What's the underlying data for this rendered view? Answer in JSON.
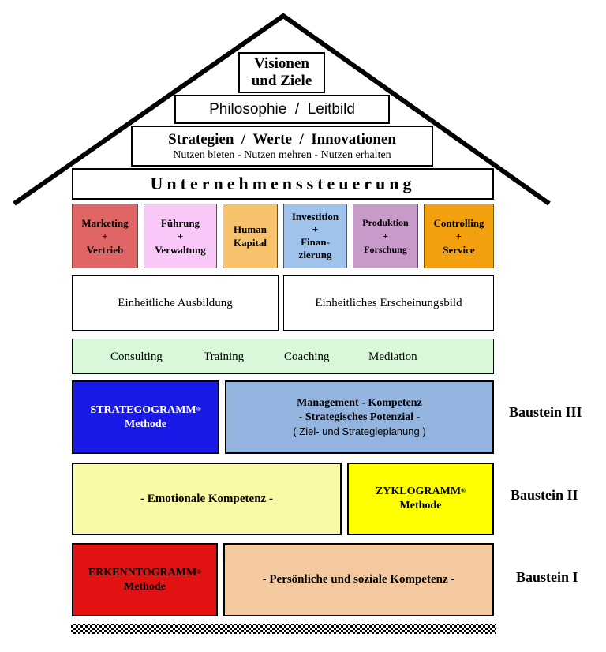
{
  "top": {
    "vision": [
      "Visionen",
      "und Ziele"
    ],
    "philosophy": "Philosophie  /  Leitbild",
    "strategy_title": "Strategien  /  Werte  /  Innovationen",
    "strategy_sub": "Nutzen bieten - Nutzen mehren - Nutzen erhalten"
  },
  "steering": "Unternehmenssteuerung",
  "departments": [
    {
      "lines": [
        "Marketing",
        "+",
        "Vertrieb"
      ],
      "color": "#e06666"
    },
    {
      "lines": [
        "Führung",
        "+",
        "Verwaltung"
      ],
      "color": "#f9c8f9"
    },
    {
      "lines": [
        "Human",
        "Kapital"
      ],
      "color": "#f6c26b"
    },
    {
      "lines": [
        "Investition",
        "+",
        "Finan-",
        "zierung"
      ],
      "color": "#9fc3ea"
    },
    {
      "lines": [
        "Produktion",
        "+",
        "Forschung"
      ],
      "color": "#c79ac9"
    },
    {
      "lines": [
        "Controlling",
        "+",
        "Service"
      ],
      "color": "#f3a00f"
    }
  ],
  "ausbildung": "Einheitliche Ausbildung",
  "erscheinung": "Einheitliches Erscheinungsbild",
  "services": [
    "Consulting",
    "Training",
    "Coaching",
    "Mediation"
  ],
  "baustein3": {
    "method_name": "STRATEGOGRAMM",
    "reg": "®",
    "method_word": "Methode",
    "comp": [
      "Management - Kompetenz",
      "- Strategisches Potenzial -",
      "( Ziel- und Strategieplanung )"
    ],
    "label": "Baustein III"
  },
  "baustein2": {
    "comp": "- Emotionale Kompetenz -",
    "method_name": "ZYKLOGRAMM",
    "reg": "®",
    "method_word": "Methode",
    "label": "Baustein II"
  },
  "baustein1": {
    "method_name": "ERKENNTOGRAMM",
    "reg": "®",
    "method_word": "Methode",
    "comp": "- Persönliche und soziale Kompetenz -",
    "label": "Baustein I"
  },
  "colors": {
    "services_bg": "#d9f7d9",
    "strategogramm": "#1a1ae8",
    "management": "#93b4df",
    "emotional": "#fafaa6",
    "zyklogramm": "#ffff00",
    "erkenntogramm": "#e31212",
    "persoenlich": "#f5c9a0"
  }
}
